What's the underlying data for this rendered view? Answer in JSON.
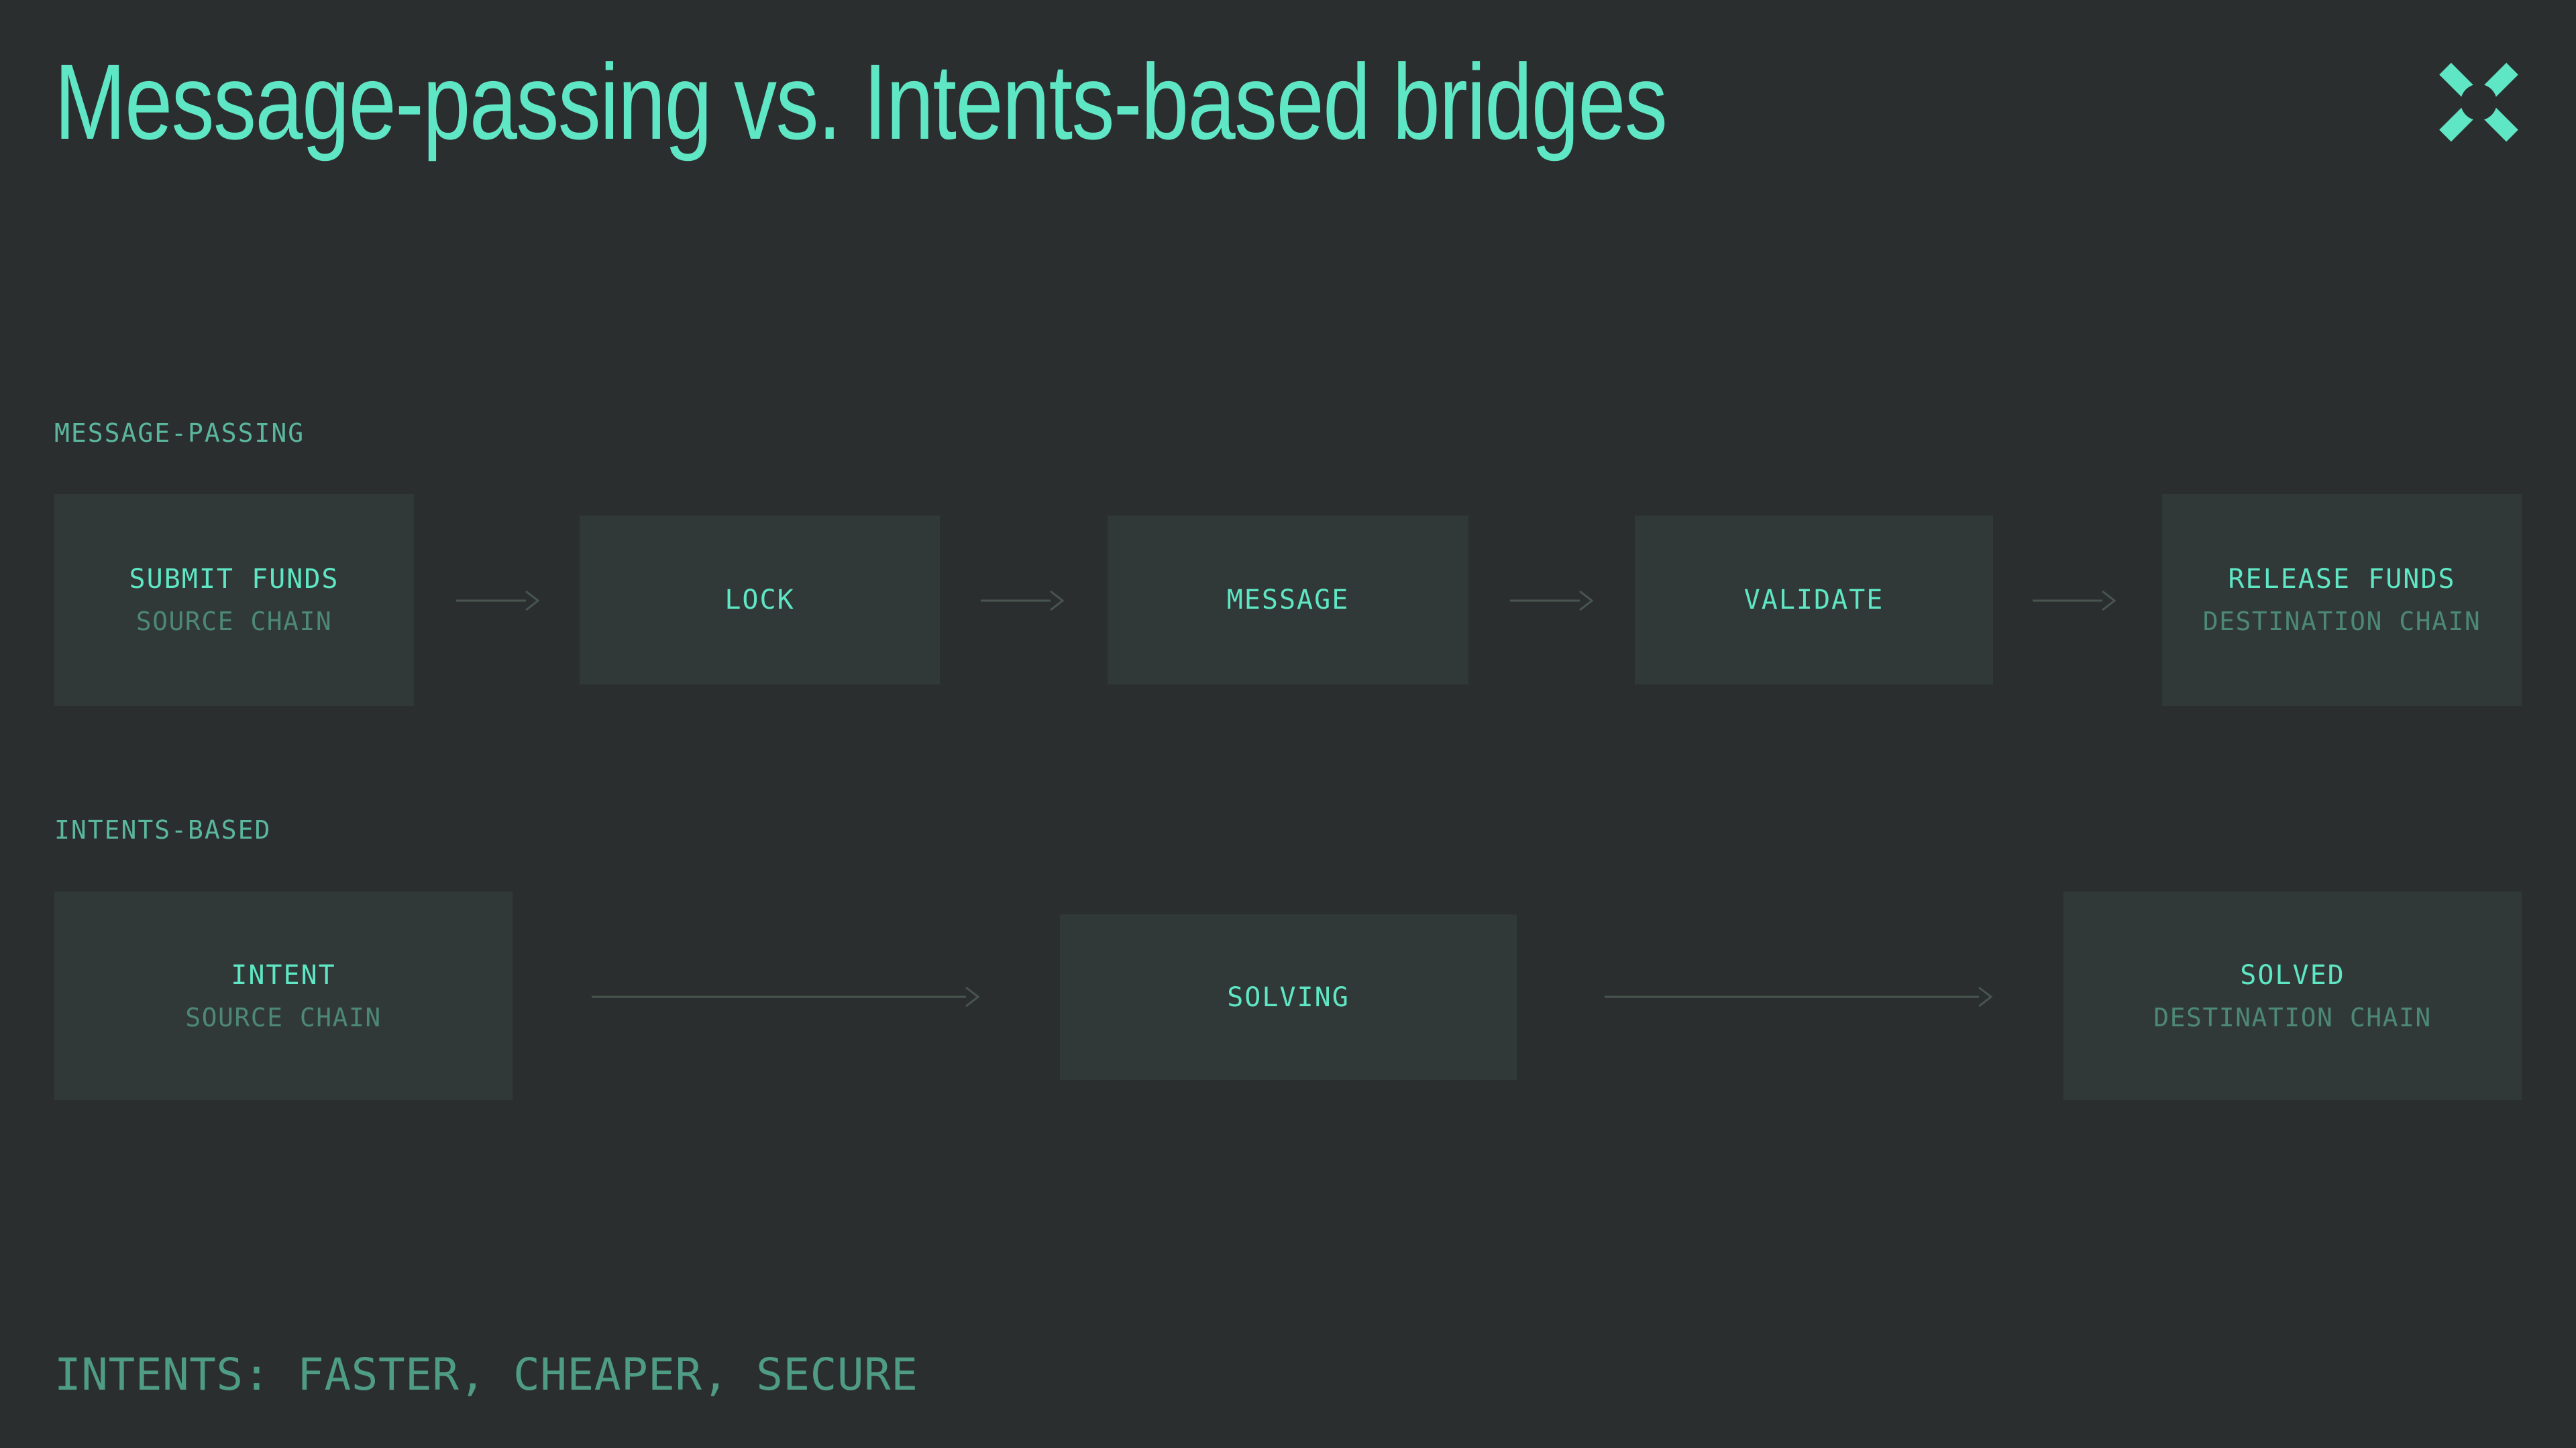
{
  "header": {
    "title": "Message-passing vs. Intents-based bridges",
    "logo_icon": "x-mark-logo"
  },
  "colors": {
    "background": "#2b2e2f",
    "node_background": "#303937",
    "accent_mint": "#5fe6c4",
    "muted_subtitle": "#4d8775",
    "section_label": "#5bb79c",
    "tagline": "#4f9c85",
    "arrow": "#48554f"
  },
  "rows": [
    {
      "label": "MESSAGE-PASSING",
      "nodes": [
        {
          "title": "SUBMIT FUNDS",
          "subtitle": "SOURCE CHAIN"
        },
        {
          "title": "LOCK"
        },
        {
          "title": "MESSAGE"
        },
        {
          "title": "VALIDATE"
        },
        {
          "title": "RELEASE FUNDS",
          "subtitle": "DESTINATION CHAIN"
        }
      ]
    },
    {
      "label": "INTENTS-BASED",
      "nodes": [
        {
          "title": "INTENT",
          "subtitle": "SOURCE CHAIN"
        },
        {
          "title": "SOLVING"
        },
        {
          "title": "SOLVED",
          "subtitle": "DESTINATION CHAIN"
        }
      ]
    }
  ],
  "footer": {
    "tagline": "INTENTS: FASTER, CHEAPER, SECURE"
  }
}
